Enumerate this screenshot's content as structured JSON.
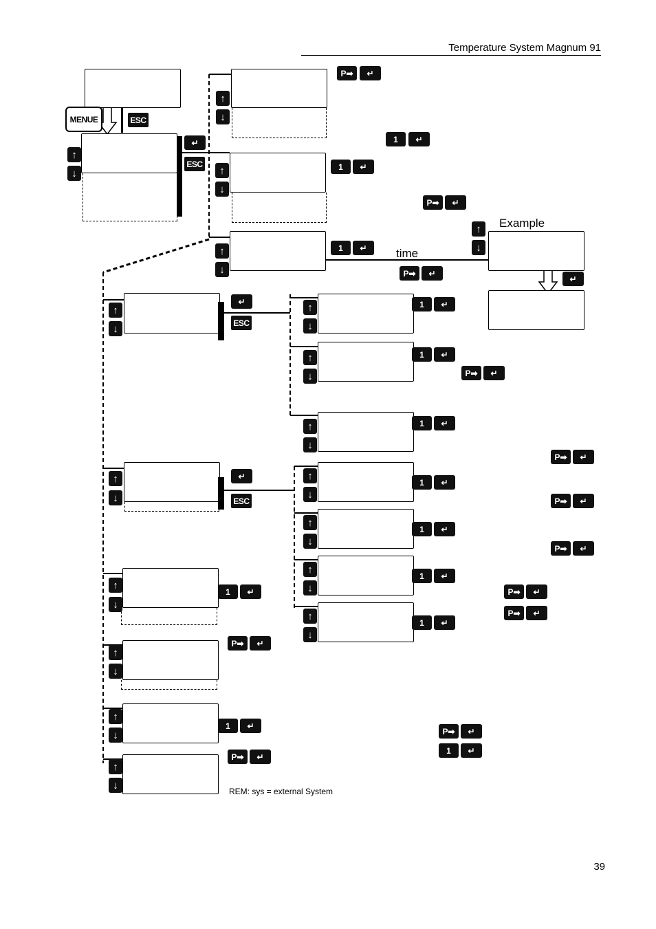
{
  "header": {
    "title": "Temperature System  Magnum 91"
  },
  "page": {
    "number": "39"
  },
  "labels": {
    "example": "Example",
    "time": "time"
  },
  "remark": "REM: sys = external System",
  "keys": {
    "menue": "MENUE",
    "esc": "ESC",
    "p": "P",
    "one": "1",
    "up": "↑",
    "down": "↓",
    "enter": "↵",
    "arrow_right": "➡"
  }
}
